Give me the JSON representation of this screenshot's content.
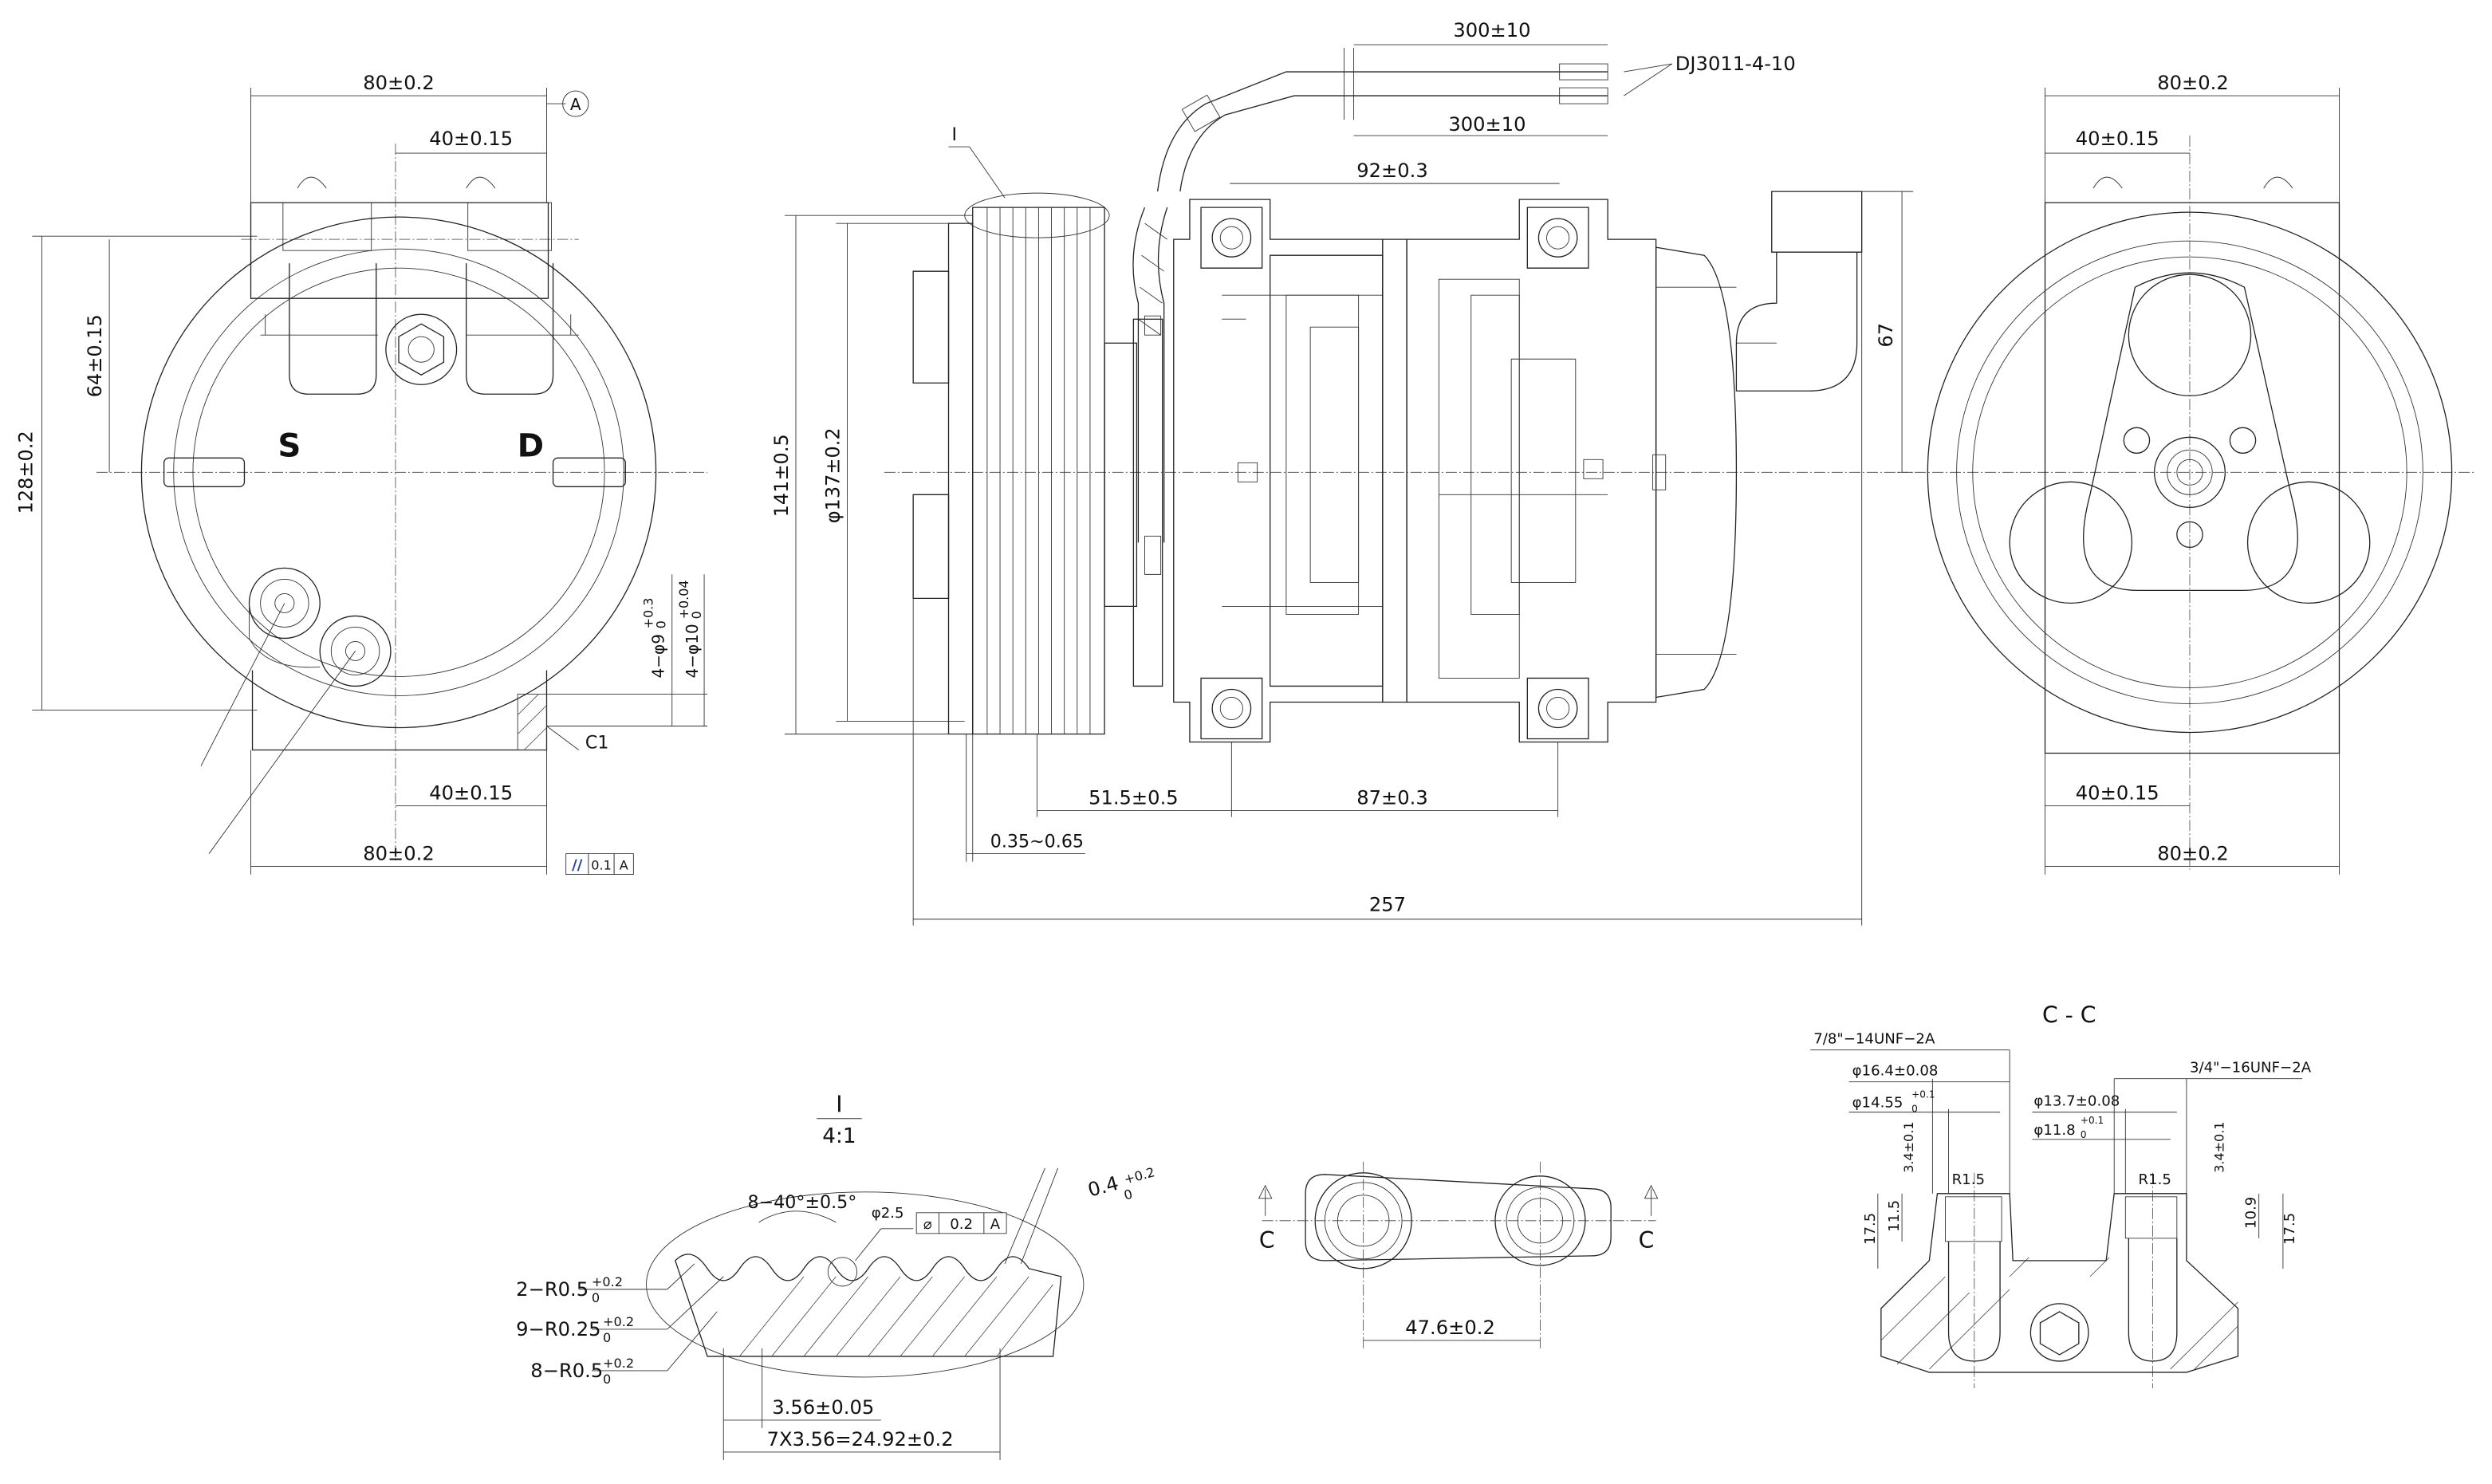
{
  "side_view": {
    "labels": {
      "suction": "S",
      "discharge": "D",
      "chamfer": "C1"
    },
    "dims": {
      "top_width": "80±0.2",
      "top_half": "40±0.15",
      "bottom_half": "40±0.15",
      "bottom_width": "80±0.2",
      "port_height": "64±0.15",
      "total_height": "128±0.2",
      "hole_a": "4−φ9",
      "hole_a_tol": "+0.3",
      "hole_a_tol2": "0",
      "hole_b": "4−φ10",
      "hole_b_tol": "+0.04",
      "hole_b_tol2": "0"
    },
    "datum": "A",
    "tolerance_frame": {
      "symbol": "//",
      "value": "0.1",
      "datum": "A"
    }
  },
  "main_view": {
    "detail_marker": "I",
    "connector": "DJ3011-4-10",
    "dims": {
      "wire_top": "300±10",
      "wire_bottom": "300±10",
      "bolt_spacing": "92±0.3",
      "overall_dia": "141±0.5",
      "pulley_dia": "φ137±0.2",
      "fitting_height": "67",
      "offset_a": "51.5±0.5",
      "offset_b": "87±0.3",
      "gap": "0.35~0.65",
      "total_length": "257"
    }
  },
  "front_view": {
    "dims": {
      "top_width": "80±0.2",
      "top_half": "40±0.15",
      "bottom_half": "40±0.15",
      "bottom_width": "80±0.2"
    }
  },
  "detail_view": {
    "title": "I",
    "scale": "4:1",
    "groove_angle": "8−40°±0.5°",
    "pin_dia": "φ2.5",
    "flatness": {
      "symbol": "⌀",
      "value": "0.2",
      "datum": "A"
    },
    "tip": "0.4",
    "tip_tol": "+0.2",
    "tip_tol2": "0",
    "r1": "2−R0.5",
    "r1_tol": "+0.2",
    "r1_tol2": "0",
    "r2": "9−R0.25",
    "r2_tol": "+0.2",
    "r2_tol2": "0",
    "r3": "8−R0.5",
    "r3_tol": "+0.2",
    "r3_tol2": "0",
    "pitch": "3.56±0.05",
    "pitch_total": "7X3.56=24.92±0.2"
  },
  "port_top_view": {
    "section_mark": "C",
    "spacing": "47.6±0.2"
  },
  "section_view": {
    "title": "C - C",
    "left": {
      "thread": "7/8\"−14UNF−2A",
      "d1": "φ16.4±0.08",
      "d2": "φ14.55",
      "d2_tol": "+0.1",
      "d2_tol2": "0",
      "depth_a": "3.4±0.1",
      "fillet": "R1.5",
      "h1": "11.5",
      "h2": "17.5"
    },
    "right": {
      "thread": "3/4\"−16UNF−2A",
      "d1": "φ13.7±0.08",
      "d2": "φ11.8",
      "d2_tol": "+0.1",
      "d2_tol2": "0",
      "depth_a": "3.4±0.1",
      "fillet": "R1.5",
      "h1": "10.9",
      "h2": "17.5"
    }
  },
  "colors": {
    "line": "#222222",
    "background": "#ffffff",
    "tolerance_symbol": "#2a3ea8"
  }
}
